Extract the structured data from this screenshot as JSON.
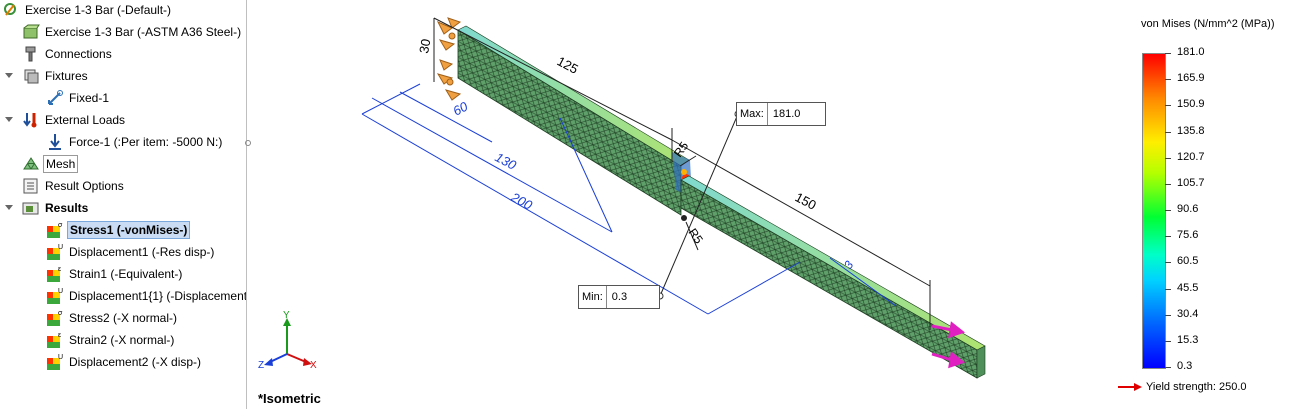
{
  "tree": {
    "root": "Exercise 1-3 Bar (-Default-)",
    "part": "Exercise 1-3 Bar (-ASTM A36 Steel-)",
    "connections": "Connections",
    "fixtures": "Fixtures",
    "fixed": "Fixed-1",
    "external_loads": "External Loads",
    "force": "Force-1 (:Per item: -5000 N:)",
    "mesh": "Mesh",
    "result_options": "Result Options",
    "results": "Results",
    "result_items": [
      "Stress1 (-vonMises-)",
      "Displacement1 (-Res disp-)",
      "Strain1 (-Equivalent-)",
      "Displacement1{1} (-Displacement",
      "Stress2 (-X normal-)",
      "Strain2 (-X normal-)",
      "Displacement2 (-X disp-)"
    ]
  },
  "viewport": {
    "view_name": "*Isometric",
    "dimensions": {
      "d30": "30",
      "d125": "125",
      "d60": "60",
      "d130": "130",
      "d200": "200",
      "d150": "150",
      "r5a": "R5",
      "r5b": "R5",
      "d3": "3"
    },
    "max_label": "Max:",
    "max_value": "181.0",
    "min_label": "Min:",
    "min_value": "0.3",
    "triad": {
      "x": "X",
      "y": "Y",
      "z": "Z"
    }
  },
  "legend": {
    "title": "von Mises (N/mm^2 (MPa))",
    "ticks": [
      "181.0",
      "165.9",
      "150.9",
      "135.8",
      "120.7",
      "105.7",
      "90.6",
      "75.6",
      "60.5",
      "45.5",
      "30.4",
      "15.3",
      "0.3"
    ],
    "yield": "Yield strength: 250.0",
    "colors": {
      "max": "#ff0000",
      "min": "#0000ff",
      "yield_arrow": "#e00000"
    }
  }
}
